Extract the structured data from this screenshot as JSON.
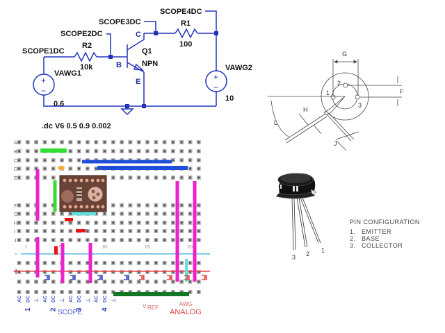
{
  "schematic": {
    "labels": {
      "scope1": "SCOPE1DC",
      "scope2": "SCOPE2DC",
      "scope3": "SCOPE3DC",
      "scope4": "SCOPE4DC",
      "r1_name": "R1",
      "r1_value": "100",
      "r2_name": "R2",
      "r2_value": "10k",
      "q1_name": "Q1",
      "q1_type": "NPN",
      "vawg1_name": "VAWG1",
      "vawg1_value": "0.6",
      "vawg2_name": "VAWG2",
      "vawg2_value": "10",
      "node_b": "B",
      "node_c": "C",
      "node_e": "E",
      "plus": "+",
      "minus": "−"
    },
    "directive": ".dc V6 0.5 0.9 0.002",
    "wire_color": "#2233bb"
  },
  "package_diagram": {
    "dims": [
      "G",
      "F",
      "H",
      "L",
      "J"
    ],
    "pins": [
      "1",
      "2",
      "3"
    ]
  },
  "transistor_photo": {
    "pin_labels": [
      "3",
      "2",
      "1"
    ],
    "pin_configuration": {
      "title": "PIN CONFIGURATION",
      "items": [
        {
          "num": "1.",
          "name": "EMITTER"
        },
        {
          "num": "2.",
          "name": "BASE"
        },
        {
          "num": "3.",
          "name": "COLLECTOR"
        }
      ]
    }
  },
  "breadboard": {
    "rows_top": [
      "A",
      "B",
      "C",
      "D",
      "E"
    ],
    "rows_bottom": [
      "F",
      "G",
      "H",
      "I",
      "J"
    ],
    "column_numbers": [
      "1",
      "5",
      "10",
      "15",
      "20"
    ],
    "rail_minus": "-",
    "rail_plus": "+",
    "bottom_pins": [
      "AC",
      "DC",
      "⊥",
      "AC",
      "DC",
      "⊥",
      "AC",
      "DC",
      "⊥",
      "AC",
      "DC",
      "⊥",
      "",
      "",
      "",
      "",
      "",
      "",
      "",
      "",
      "",
      ""
    ],
    "scope_numbers": [
      "1",
      "2",
      "3",
      "4"
    ],
    "scope_label": "SCOPE",
    "vref_label": "V",
    "vref_sub": "REF",
    "awg_label": "AWG",
    "analog_label": "ANALOG",
    "colors": {
      "green": "#33dd33",
      "dark_green": "#117722",
      "blue": "#1f4fd8",
      "magenta": "#ee22cc",
      "cyan": "#66dddd",
      "red": "#ee1111",
      "orange": "#ffaa33",
      "rail_minus": "#55bbdd",
      "rail_plus": "#ee4444"
    }
  }
}
